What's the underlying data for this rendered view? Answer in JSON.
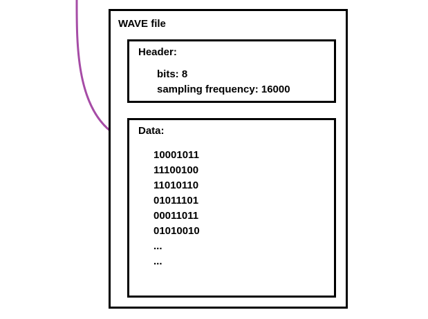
{
  "wave_file": {
    "title": "WAVE file"
  },
  "header": {
    "title": "Header:",
    "fields": [
      {
        "label": "bits: 8"
      },
      {
        "label": "sampling frequency: 16000"
      }
    ]
  },
  "data": {
    "title": "Data:",
    "values": [
      "10001011",
      "11100100",
      "11010110",
      "01011101",
      "00011011",
      "01010010",
      "...",
      "..."
    ]
  },
  "colors": {
    "arrow": "#a64ca6",
    "border": "#000000"
  }
}
